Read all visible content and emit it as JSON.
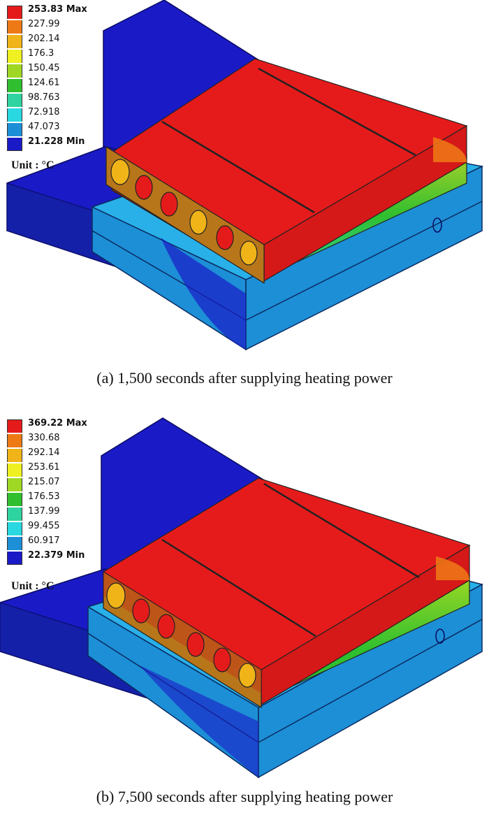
{
  "panels": [
    {
      "legend": [
        {
          "label": "253.83 Max",
          "color": "#e51b1b",
          "emphasis": true
        },
        {
          "label": "227.99",
          "color": "#ee7a16",
          "emphasis": false
        },
        {
          "label": "202.14",
          "color": "#f0b419",
          "emphasis": false
        },
        {
          "label": "176.3",
          "color": "#eef021",
          "emphasis": false
        },
        {
          "label": "150.45",
          "color": "#9fd824",
          "emphasis": false
        },
        {
          "label": "124.61",
          "color": "#2fbf2f",
          "emphasis": false
        },
        {
          "label": "98.763",
          "color": "#2fd3a0",
          "emphasis": false
        },
        {
          "label": "72.918",
          "color": "#29d8e0",
          "emphasis": false
        },
        {
          "label": "47.073",
          "color": "#1d8fd6",
          "emphasis": false
        },
        {
          "label": "21.228 Min",
          "color": "#1a1bc6",
          "emphasis": true
        }
      ],
      "unit": "Unit : °C",
      "caption": "(a) 1,500 seconds after supplying heating power"
    },
    {
      "legend": [
        {
          "label": "369.22 Max",
          "color": "#e51b1b",
          "emphasis": true
        },
        {
          "label": "330.68",
          "color": "#ee7a16",
          "emphasis": false
        },
        {
          "label": "292.14",
          "color": "#f0b419",
          "emphasis": false
        },
        {
          "label": "253.61",
          "color": "#eef021",
          "emphasis": false
        },
        {
          "label": "215.07",
          "color": "#9fd824",
          "emphasis": false
        },
        {
          "label": "176.53",
          "color": "#2fbf2f",
          "emphasis": false
        },
        {
          "label": "137.99",
          "color": "#2fd3a0",
          "emphasis": false
        },
        {
          "label": "99.455",
          "color": "#29d8e0",
          "emphasis": false
        },
        {
          "label": "60.917",
          "color": "#1d8fd6",
          "emphasis": false
        },
        {
          "label": "22.379 Min",
          "color": "#1a1bc6",
          "emphasis": true
        }
      ],
      "unit": "Unit : °C",
      "caption": "(b) 7,500 seconds after supplying heating power"
    }
  ]
}
